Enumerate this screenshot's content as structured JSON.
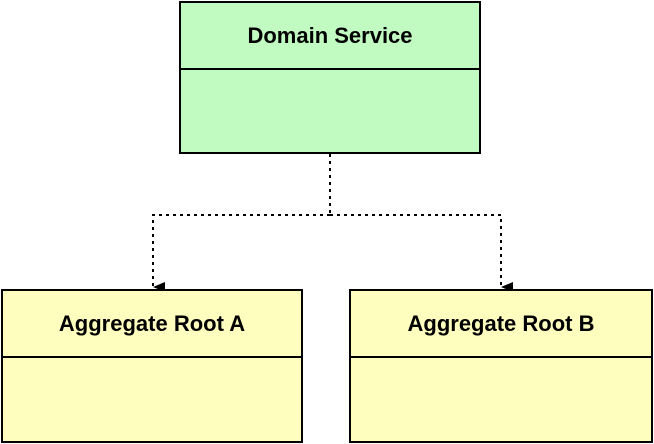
{
  "diagram": {
    "colors": {
      "service_fill": "#c1fbc1",
      "aggregate_fill": "#fefebf",
      "stroke": "#000000"
    },
    "nodes": {
      "domain_service": {
        "title": "Domain Service",
        "body": ""
      },
      "aggregate_root_a": {
        "title": "Aggregate Root A",
        "body": ""
      },
      "aggregate_root_b": {
        "title": "Aggregate Root B",
        "body": ""
      }
    },
    "edges": [
      {
        "from": "domain_service",
        "to": "aggregate_root_a",
        "style": "dotted",
        "arrow": "filled"
      },
      {
        "from": "domain_service",
        "to": "aggregate_root_b",
        "style": "dotted",
        "arrow": "filled"
      }
    ]
  }
}
